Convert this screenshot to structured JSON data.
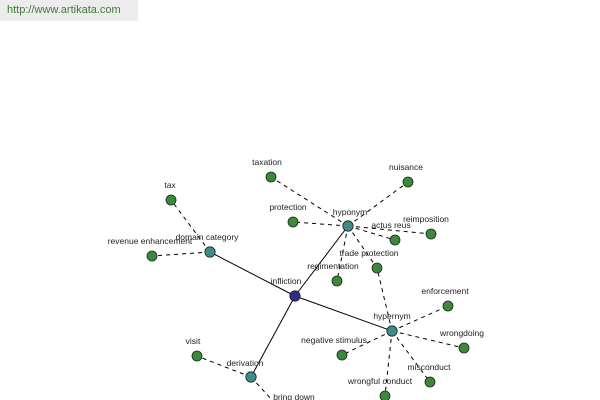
{
  "header": {
    "url": "http://www.artikata.com"
  },
  "colors": {
    "center": "#2b2f8c",
    "relation": "#3f8b8b",
    "leaf": "#3b8a3b"
  },
  "graph": {
    "nodes": [
      {
        "id": "infliction",
        "label": "infliction",
        "kind": "center"
      },
      {
        "id": "hyponym",
        "label": "hyponym",
        "kind": "relation"
      },
      {
        "id": "hypernym",
        "label": "hypernym",
        "kind": "relation"
      },
      {
        "id": "domain-category",
        "label": "domain category",
        "kind": "relation"
      },
      {
        "id": "derivation",
        "label": "derivation",
        "kind": "relation"
      },
      {
        "id": "taxation",
        "label": "taxation",
        "kind": "leaf"
      },
      {
        "id": "nuisance",
        "label": "nuisance",
        "kind": "leaf"
      },
      {
        "id": "protection",
        "label": "protection",
        "kind": "leaf"
      },
      {
        "id": "actus-reus",
        "label": "actus reus",
        "kind": "leaf"
      },
      {
        "id": "reimposition",
        "label": "reimposition",
        "kind": "leaf"
      },
      {
        "id": "trade-protection",
        "label": "trade protection",
        "kind": "leaf"
      },
      {
        "id": "regimentation",
        "label": "regimentation",
        "kind": "leaf"
      },
      {
        "id": "tax",
        "label": "tax",
        "kind": "leaf"
      },
      {
        "id": "revenue-enhancement",
        "label": "revenue enhancement",
        "kind": "leaf"
      },
      {
        "id": "enforcement",
        "label": "enforcement",
        "kind": "leaf"
      },
      {
        "id": "wrongdoing",
        "label": "wrongdoing",
        "kind": "leaf"
      },
      {
        "id": "negative-stimulus",
        "label": "negative stimulus",
        "kind": "leaf"
      },
      {
        "id": "misconduct",
        "label": "misconduct",
        "kind": "leaf"
      },
      {
        "id": "wrongful-conduct",
        "label": "wrongful conduct",
        "kind": "leaf"
      },
      {
        "id": "visit",
        "label": "visit",
        "kind": "leaf"
      },
      {
        "id": "bring-down",
        "label": "bring down",
        "kind": "leaf"
      }
    ],
    "edges": [
      {
        "from": "infliction",
        "to": "hyponym",
        "style": "solid"
      },
      {
        "from": "infliction",
        "to": "hypernym",
        "style": "solid"
      },
      {
        "from": "infliction",
        "to": "domain-category",
        "style": "solid"
      },
      {
        "from": "infliction",
        "to": "derivation",
        "style": "solid"
      },
      {
        "from": "hyponym",
        "to": "taxation",
        "style": "dashed"
      },
      {
        "from": "hyponym",
        "to": "nuisance",
        "style": "dashed"
      },
      {
        "from": "hyponym",
        "to": "protection",
        "style": "dashed"
      },
      {
        "from": "hyponym",
        "to": "actus-reus",
        "style": "dashed"
      },
      {
        "from": "hyponym",
        "to": "reimposition",
        "style": "dashed"
      },
      {
        "from": "hyponym",
        "to": "trade-protection",
        "style": "dashed"
      },
      {
        "from": "hyponym",
        "to": "regimentation",
        "style": "dashed"
      },
      {
        "from": "domain-category",
        "to": "tax",
        "style": "dashed"
      },
      {
        "from": "domain-category",
        "to": "revenue-enhancement",
        "style": "dashed"
      },
      {
        "from": "hypernym",
        "to": "enforcement",
        "style": "dashed"
      },
      {
        "from": "hypernym",
        "to": "wrongdoing",
        "style": "dashed"
      },
      {
        "from": "hypernym",
        "to": "negative-stimulus",
        "style": "dashed"
      },
      {
        "from": "hypernym",
        "to": "misconduct",
        "style": "dashed"
      },
      {
        "from": "hypernym",
        "to": "wrongful-conduct",
        "style": "dashed"
      },
      {
        "from": "hypernym",
        "to": "trade-protection",
        "style": "dashed"
      },
      {
        "from": "derivation",
        "to": "visit",
        "style": "dashed"
      },
      {
        "from": "derivation",
        "to": "bring-down",
        "style": "dashed"
      }
    ]
  }
}
